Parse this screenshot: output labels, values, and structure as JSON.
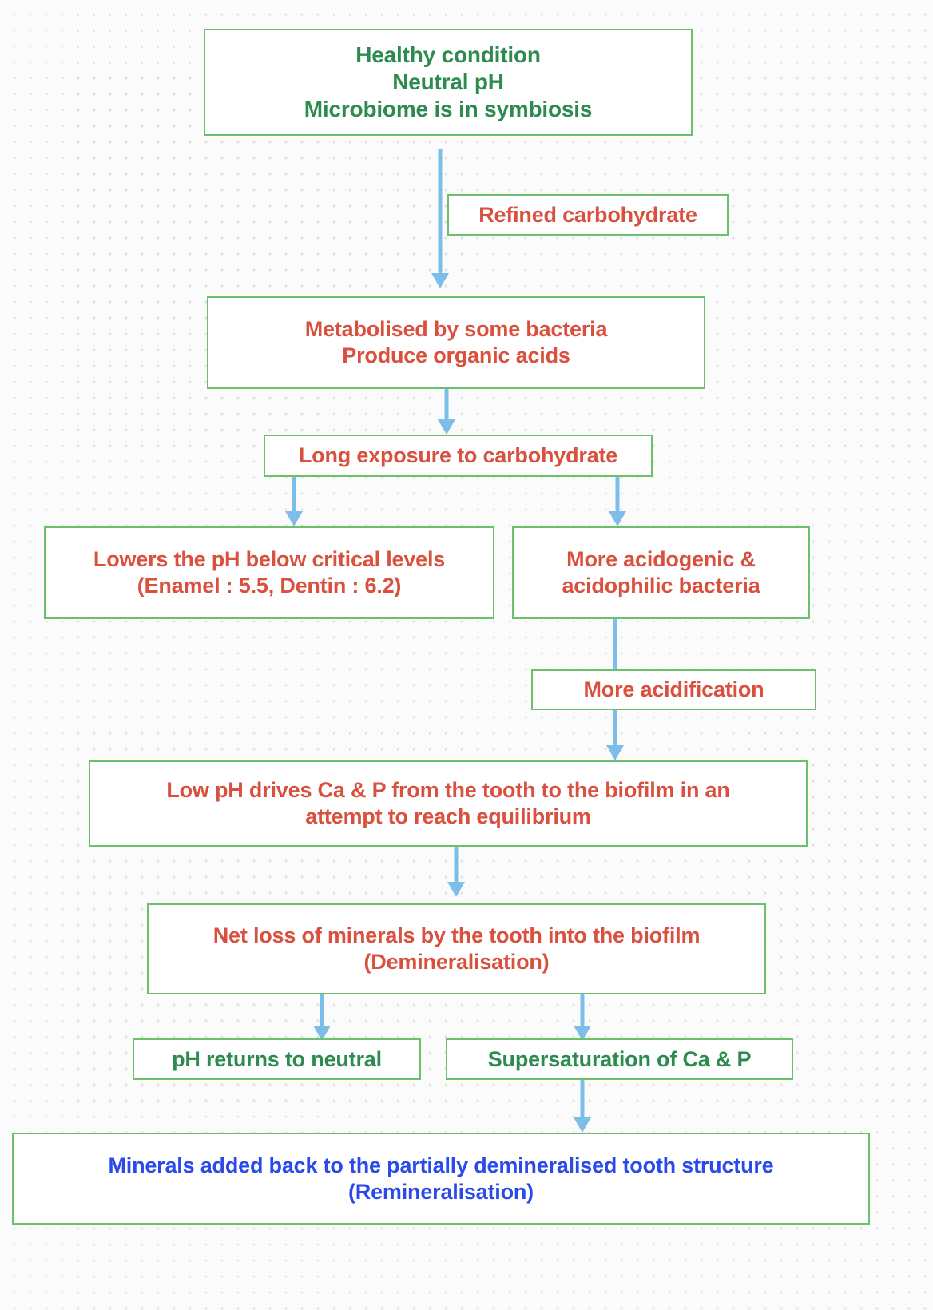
{
  "diagram": {
    "title": "Dental caries demineralisation and remineralisation process",
    "colors": {
      "box_border": "#6cbf6b",
      "box_fill": "#ffffff",
      "arrow": "#7cbde9",
      "text_red": "#d9503e",
      "text_green": "#2e8b4f",
      "text_blue": "#2b4ae8",
      "background": "#fbfbfb",
      "dot_grid": "#e2e2e4"
    },
    "nodes": [
      {
        "id": "healthy-condition",
        "text": "Healthy condition\nNeutral pH\nMicrobiome is in symbiosis",
        "color": "green"
      },
      {
        "id": "refined-carbohydrate",
        "text": "Refined carbohydrate",
        "color": "red"
      },
      {
        "id": "metabolised-by-bacteria",
        "text": "Metabolised by some bacteria\nProduce organic acids",
        "color": "red"
      },
      {
        "id": "long-exposure-to-carbohydrate",
        "text": "Long exposure to carbohydrate",
        "color": "red"
      },
      {
        "id": "lowers-ph-below-critical",
        "text": "Lowers the pH below critical levels\n(Enamel : 5.5, Dentin : 6.2)",
        "color": "red"
      },
      {
        "id": "more-acidogenic-bacteria",
        "text": "More acidogenic &\nacidophilic bacteria",
        "color": "red"
      },
      {
        "id": "more-acidification",
        "text": "More acidification",
        "color": "red"
      },
      {
        "id": "low-ph-drives-ca-p",
        "text": "Low pH drives Ca & P from the tooth to the biofilm in an\nattempt to reach equilibrium",
        "color": "red"
      },
      {
        "id": "net-loss-of-minerals",
        "text": "Net loss of minerals by the tooth into the biofilm\n(Demineralisation)",
        "color": "red"
      },
      {
        "id": "ph-returns-to-neutral",
        "text": "pH returns to neutral",
        "color": "green"
      },
      {
        "id": "supersaturation-of-ca-p",
        "text": "Supersaturation of Ca & P",
        "color": "green"
      },
      {
        "id": "minerals-added-back",
        "text": "Minerals  added back to the partially demineralised tooth structure\n(Remineralisation)",
        "color": "blue"
      }
    ],
    "connectors": [
      {
        "id": "healthy-to-metabolised",
        "from": "healthy-condition",
        "to": "metabolised-by-bacteria"
      },
      {
        "id": "metabolised-to-long-exposure",
        "from": "metabolised-by-bacteria",
        "to": "long-exposure-to-carbohydrate"
      },
      {
        "id": "long-exposure-to-lowers-ph",
        "from": "long-exposure-to-carbohydrate",
        "to": "lowers-ph-below-critical"
      },
      {
        "id": "long-exposure-to-more-acidogenic",
        "from": "long-exposure-to-carbohydrate",
        "to": "more-acidogenic-bacteria"
      },
      {
        "id": "more-acidogenic-to-low-ph",
        "from": "more-acidogenic-bacteria",
        "to": "low-ph-drives-ca-p"
      },
      {
        "id": "low-ph-to-net-loss",
        "from": "low-ph-drives-ca-p",
        "to": "net-loss-of-minerals"
      },
      {
        "id": "net-loss-to-ph-returns",
        "from": "net-loss-of-minerals",
        "to": "ph-returns-to-neutral"
      },
      {
        "id": "net-loss-to-supersaturation",
        "from": "net-loss-of-minerals",
        "to": "supersaturation-of-ca-p"
      },
      {
        "id": "supersaturation-to-minerals-added",
        "from": "supersaturation-of-ca-p",
        "to": "minerals-added-back"
      }
    ]
  }
}
